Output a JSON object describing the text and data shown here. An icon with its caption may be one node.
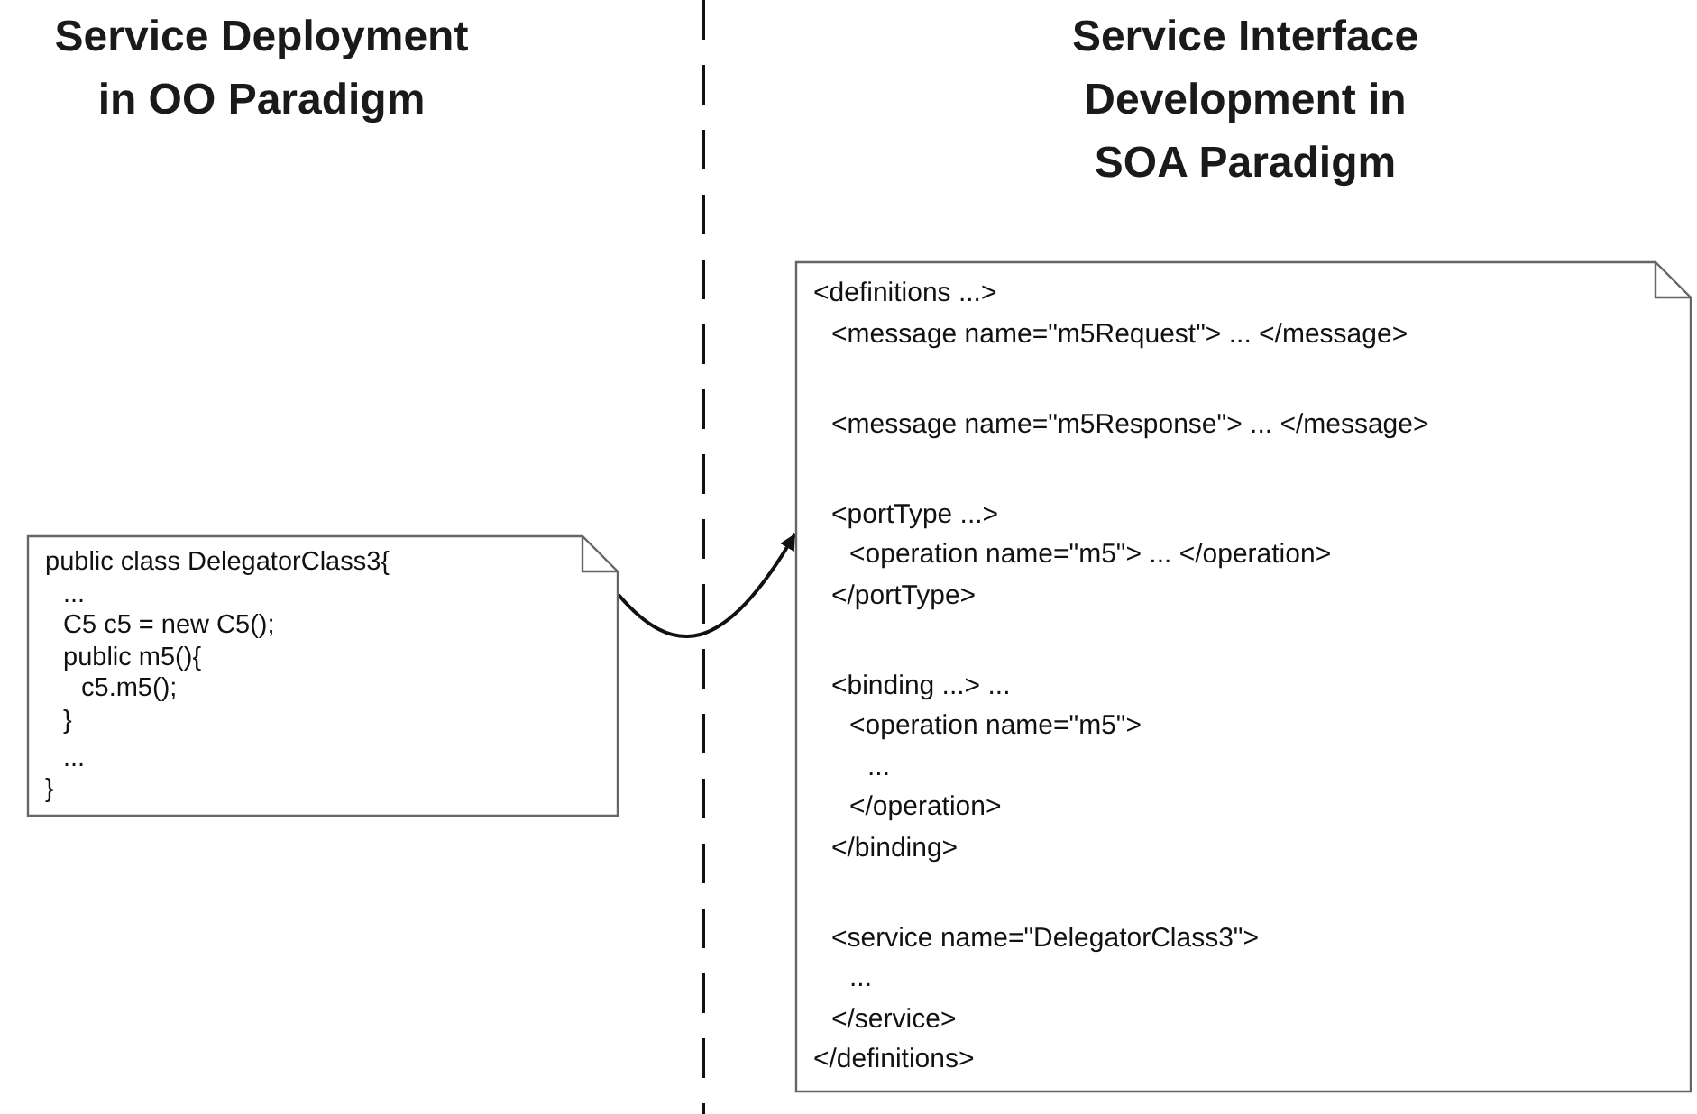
{
  "diagram": {
    "nodes": [
      {
        "text": [
          "public class DelegatorClass3{",
          "...",
          "C5 c5 = new C5();",
          "public m5(){",
          "c5.m5();",
          "}",
          "...",
          "}"
        ]
      },
      {
        "text": [
          "<definitions ...>",
          "<message name=\"m5Request\"> ... </message>",
          "<message name=\"m5Response\"> ... </message>",
          "<portType ...>",
          "<operation name=\"m5\"> ... </operation>",
          "</portType>",
          "<binding ...> ...",
          "<operation name=\"m5\">",
          "...",
          "</operation>",
          "</binding>",
          "<service name=\"DelegatorClass3\">",
          "...",
          "</service>",
          "</definitions>"
        ]
      }
    ],
    "edges": [
      {
        "from": 0,
        "to": 1,
        "arrow": "to"
      }
    ],
    "labels": [
      "Service Deployment in OO Paradigm",
      "Service Interface Development in SOA Paradigm"
    ]
  }
}
